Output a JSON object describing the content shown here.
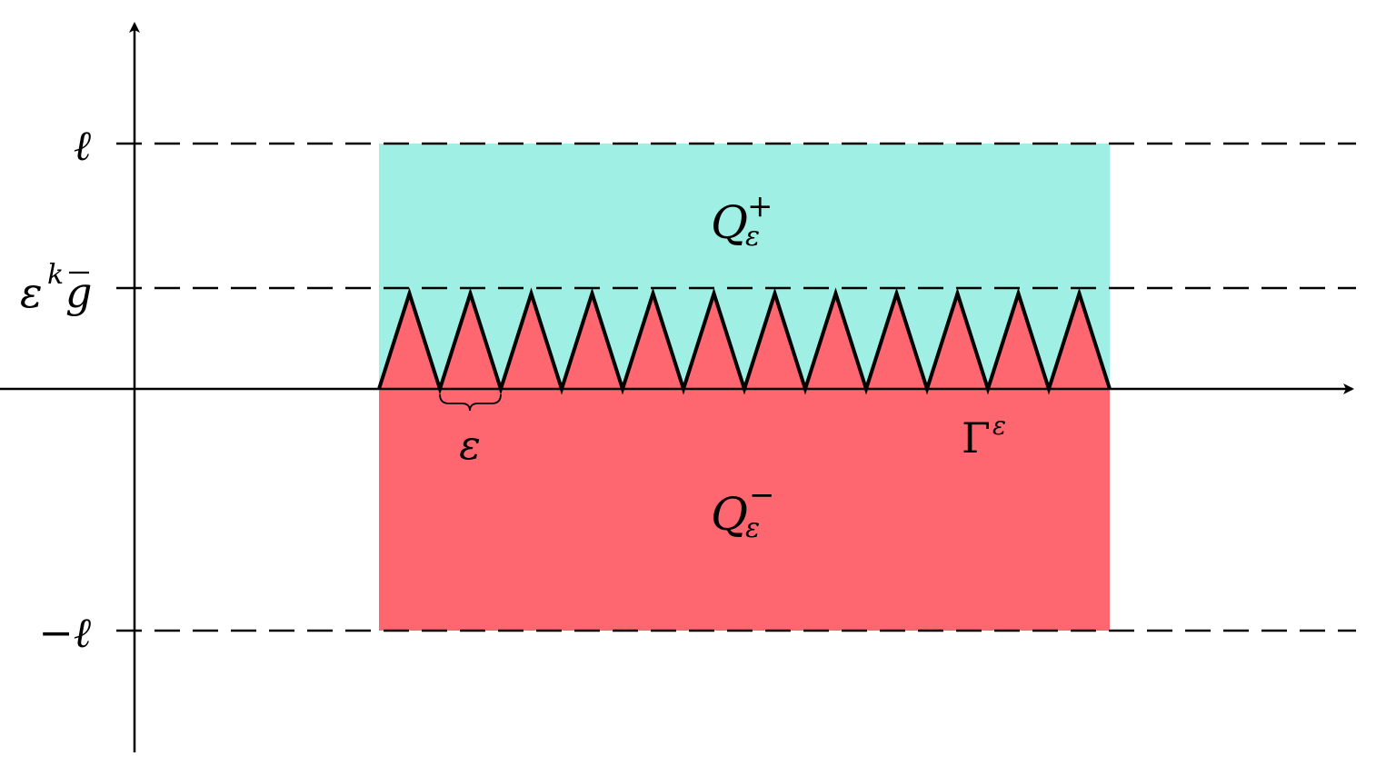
{
  "diagram": {
    "title": "Oscillating interface domain",
    "colors": {
      "upper_region": "#a0efe4",
      "lower_region": "#ff6770",
      "lines": "#000000"
    },
    "y_levels": {
      "top": "ℓ",
      "oscillation_height": {
        "base": "ε",
        "sup": "k",
        "tail": "g",
        "tail_overline": true
      },
      "bottom": "−ℓ"
    },
    "regions": {
      "upper": {
        "base": "Q",
        "sub": "ε",
        "sup": "+"
      },
      "lower": {
        "base": "Q",
        "sub": "ε",
        "sup": "−"
      }
    },
    "interface": {
      "base": "Γ",
      "sup": "ε",
      "teeth_count": 12,
      "shape": "sawtooth"
    },
    "period_label": "ε",
    "dashed_lines": [
      "ℓ",
      "εᵏḡ",
      "−ℓ"
    ]
  }
}
